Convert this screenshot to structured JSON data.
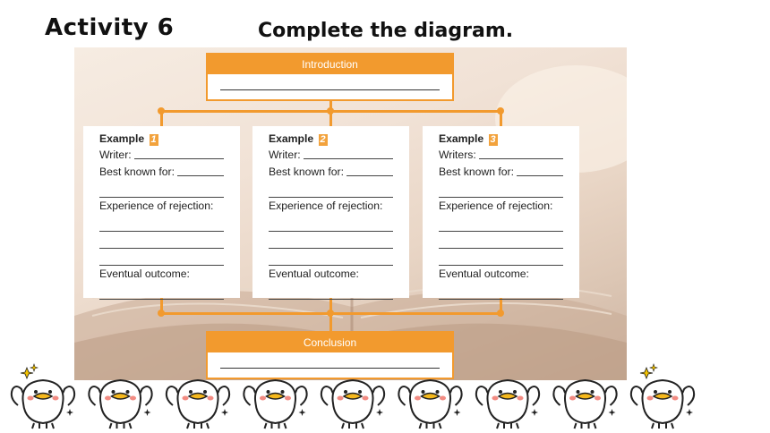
{
  "heading": "Activity 6",
  "instruction": "Complete the diagram.",
  "diagram": {
    "introduction": {
      "title": "Introduction"
    },
    "conclusion": {
      "title": "Conclusion"
    },
    "examples": [
      {
        "label": "Example",
        "number": "1",
        "writer_label": "Writer:",
        "best_known_label": "Best known for:",
        "rejection_label": "Experience of rejection:",
        "outcome_label": "Eventual outcome:"
      },
      {
        "label": "Example",
        "number": "2",
        "writer_label": "Writer:",
        "best_known_label": "Best known for:",
        "rejection_label": "Experience of rejection:",
        "outcome_label": "Eventual outcome:"
      },
      {
        "label": "Example",
        "number": "3",
        "writer_label": "Writers:",
        "best_known_label": "Best known for:",
        "rejection_label": "Experience of rejection:",
        "outcome_label": "Eventual outcome:"
      }
    ]
  },
  "colors": {
    "accent": "#f29a2e",
    "number_badge": "#f2a23c",
    "duck_beak": "#f5b81c",
    "duck_cheek": "#f28b82"
  },
  "decoration": {
    "icon": "duck-mascot-icon",
    "count": 9
  }
}
